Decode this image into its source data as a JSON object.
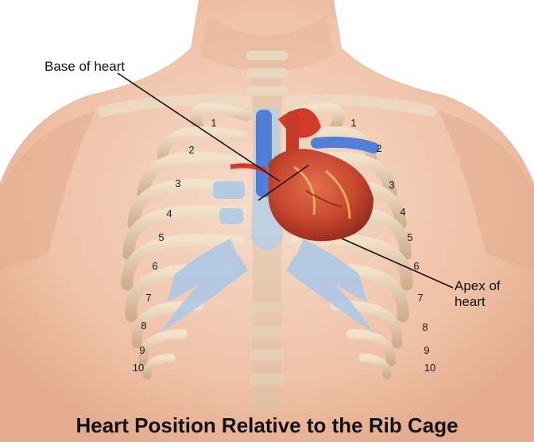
{
  "labels": {
    "base": "Base of heart",
    "apex_line1": "Apex of",
    "apex_line2": "heart"
  },
  "caption": "Heart Position Relative to the Rib Cage",
  "rib_numbers": {
    "left": [
      "1",
      "2",
      "3",
      "4",
      "5",
      "6",
      "7",
      "8",
      "9",
      "10"
    ],
    "right": [
      "1",
      "2",
      "3",
      "4",
      "5",
      "6",
      "7",
      "8",
      "9",
      "10"
    ]
  },
  "colors": {
    "skin": "#f2c9b0",
    "skin_shadow": "#e2a98f",
    "bone": "#e9d2b6",
    "cartilage": "#a9c8e8",
    "heart": "#c8452e",
    "vein": "#4f7fd6",
    "artery": "#d23b2a",
    "leader_line": "#111111"
  }
}
